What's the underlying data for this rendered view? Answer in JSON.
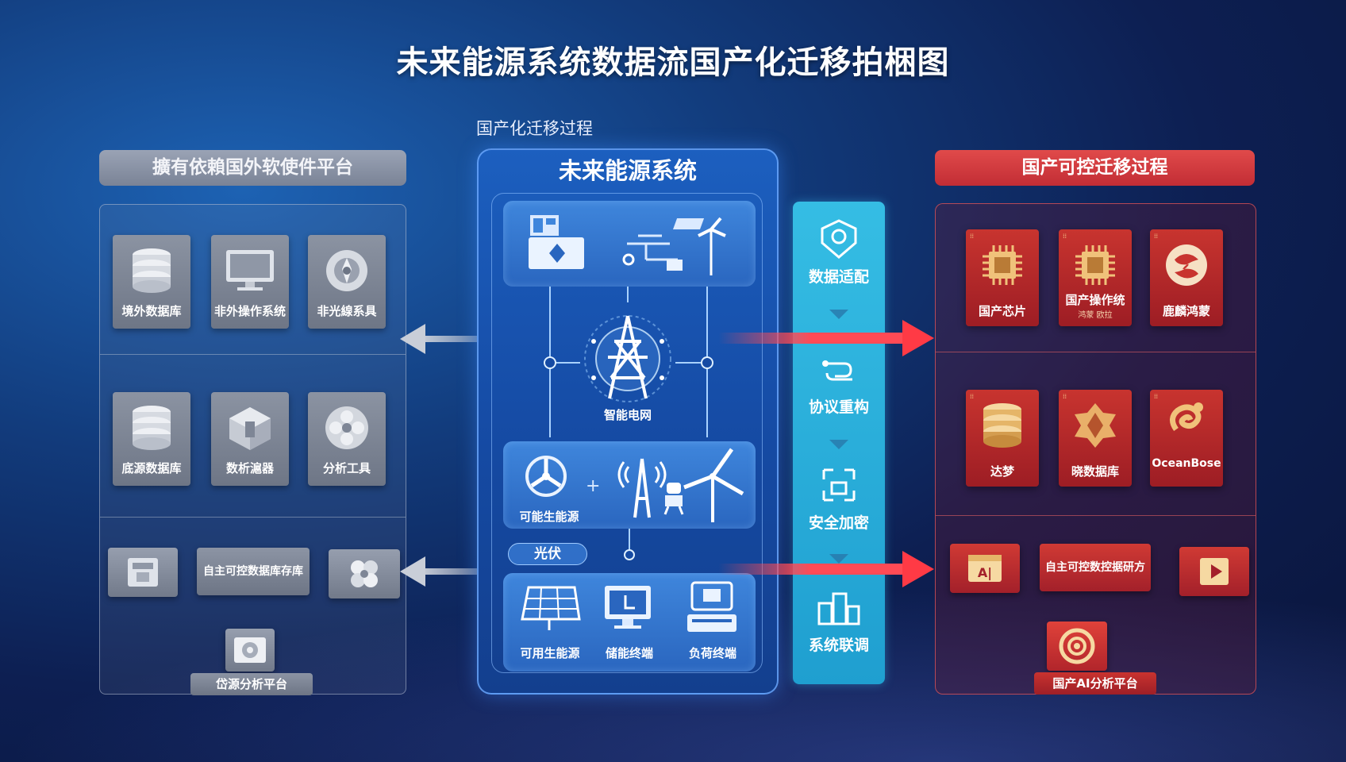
{
  "title": "未来能源系统数据流国产化迁移拍梱图",
  "subtitle": "国产化迁移过程",
  "left": {
    "header": "擴有依賴国外软使件平台",
    "row1": [
      "境外数据库",
      "非外操作系统",
      "非光線系具"
    ],
    "row2": [
      "底源数据库",
      "数析滬器",
      "分析工具"
    ],
    "row3_wide": "自主可控数据库存库",
    "bottom_tag": "岱源分析平台"
  },
  "center": {
    "title": "未来能源系统",
    "hub_label": "智能电网",
    "renewable_label": "可能生能源",
    "pv_tag": "光伏",
    "bottom_items": [
      "可用生能源",
      "储能终端",
      "负荷终端"
    ]
  },
  "process": {
    "steps": [
      "数据适配",
      "协议重构",
      "安全加密",
      "系统联调"
    ]
  },
  "right": {
    "header": "国产可控迁移过程",
    "row1": [
      "国产芯片",
      "国产操作统",
      "鹿麟鸿蒙"
    ],
    "row1_sub": "鸿蒙 欧拉",
    "row2": [
      "达梦",
      "晓数据库",
      "OceanBose"
    ],
    "row3_wide": "自主可控数控据研方",
    "chip_text": "A|",
    "bottom_tag": "国产AI分析平台"
  },
  "colors": {
    "left_accent": "#8b93a2",
    "center_accent": "#1c5fbf",
    "process_accent": "#35bde4",
    "right_accent": "#c8342f",
    "gold": "#f0c27a"
  }
}
